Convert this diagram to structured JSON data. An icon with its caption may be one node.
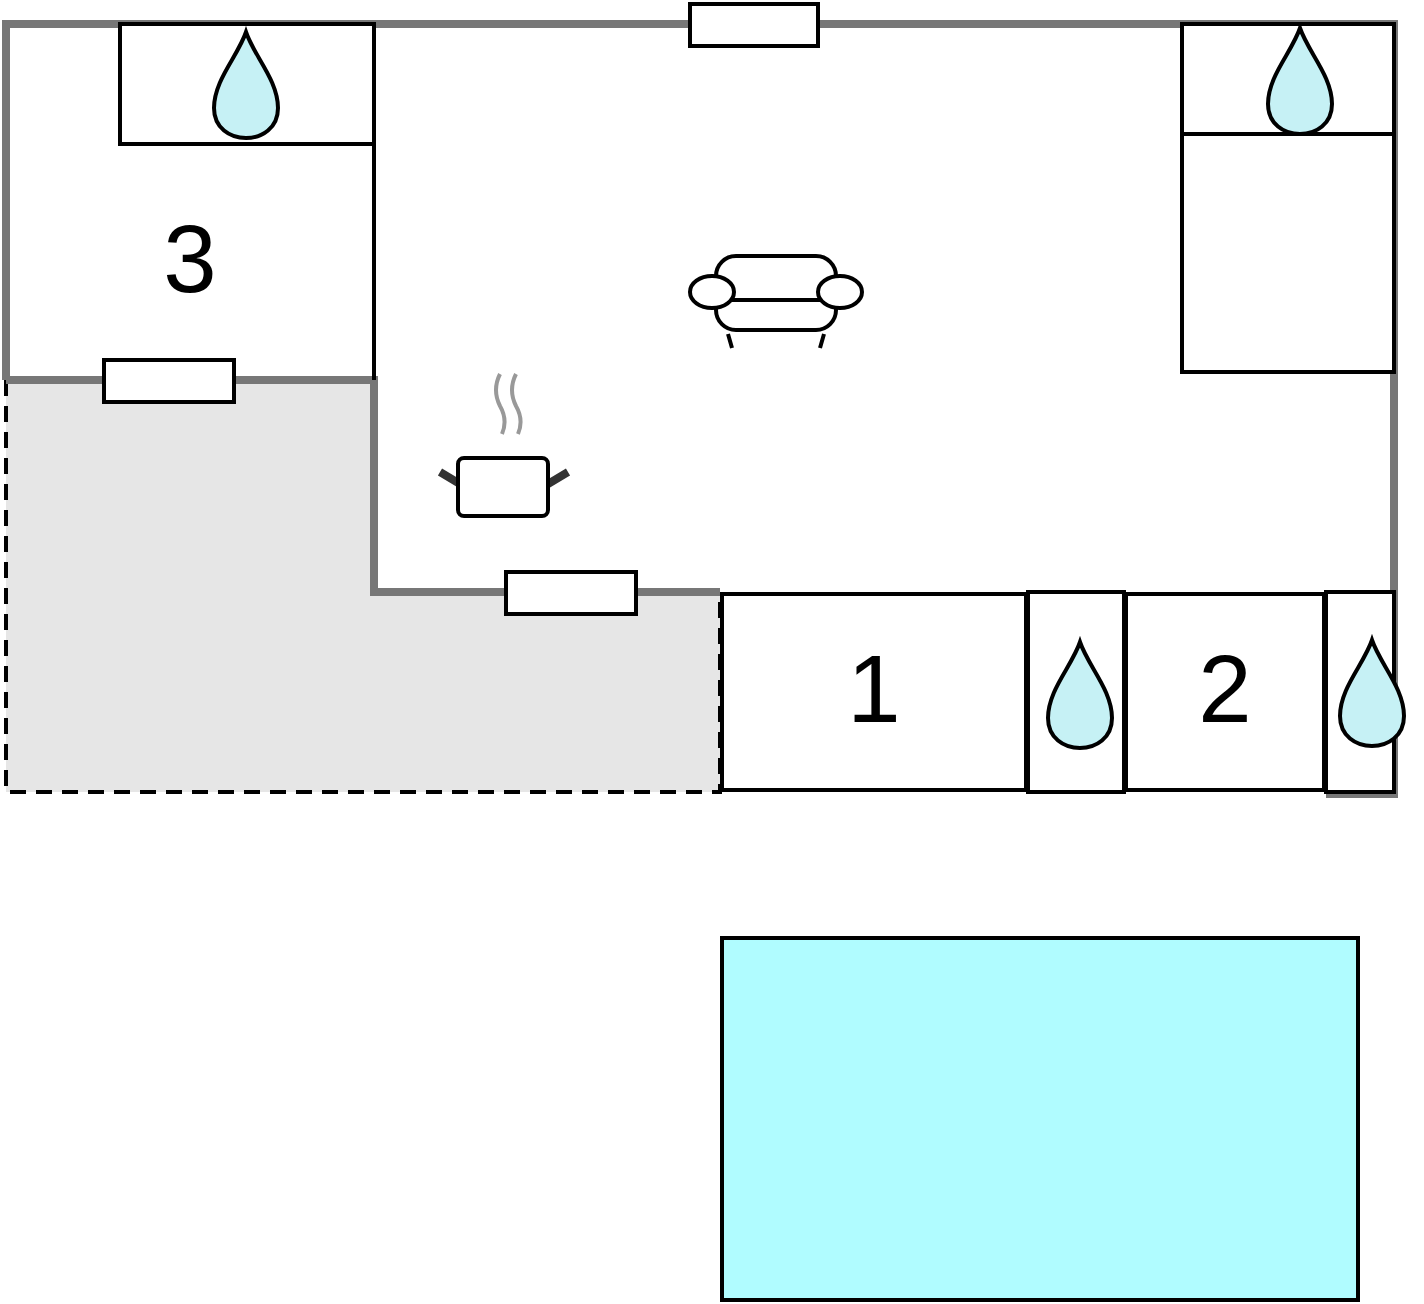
{
  "diagram": {
    "nodes": [
      {
        "text": [
          "3"
        ]
      },
      {
        "text": [
          "1"
        ]
      },
      {
        "text": [
          "2"
        ]
      },
      {
        "text": [],
        "shape": "box"
      }
    ]
  }
}
